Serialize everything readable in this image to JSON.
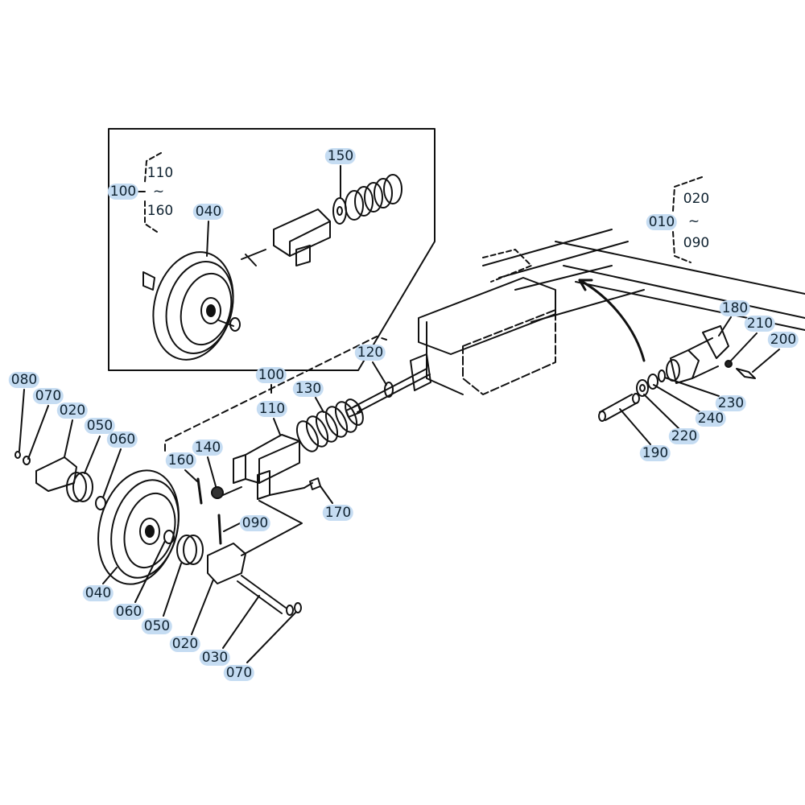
{
  "diagram": {
    "accent_highlight": "#c5dcf2",
    "ink": "#111111",
    "inset": {
      "group_label": "100",
      "range_start": "110",
      "range_tilde": "~",
      "range_end": "160",
      "callouts": [
        "040",
        "150"
      ]
    },
    "right_group": {
      "group_label": "010",
      "range_start": "020",
      "range_tilde": "~",
      "range_end": "090"
    },
    "callouts": [
      "120",
      "100",
      "130",
      "110",
      "140",
      "160",
      "170",
      "090",
      "080",
      "070",
      "020",
      "050",
      "060",
      "040",
      "060",
      "050",
      "020",
      "030",
      "070",
      "180",
      "210",
      "200",
      "230",
      "240",
      "220",
      "190"
    ]
  }
}
